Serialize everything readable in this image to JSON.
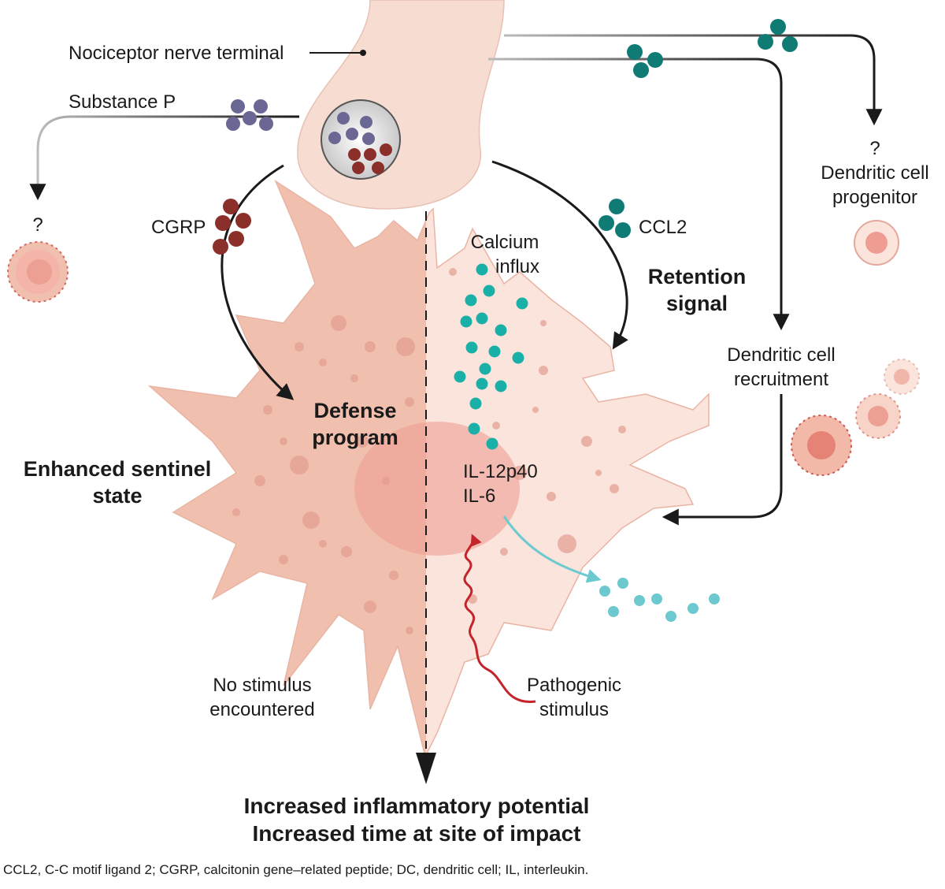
{
  "labels": {
    "nociceptor": "Nociceptor nerve terminal",
    "substance_p": "Substance P",
    "q_left": "?",
    "cgrp": "CGRP",
    "calcium_1": "Calcium",
    "calcium_2": "influx",
    "ccl2": "CCL2",
    "retention_1": "Retention",
    "retention_2": "signal",
    "q_right": "?",
    "dc_prog_1": "Dendritic cell",
    "dc_prog_2": "progenitor",
    "dc_recruit_1": "Dendritic cell",
    "dc_recruit_2": "recruitment",
    "defense_1": "Defense",
    "defense_2": "program",
    "enhanced_1": "Enhanced sentinel",
    "enhanced_2": "state",
    "il12": "IL-12p40",
    "il6": "IL-6",
    "no_stim_1": "No stimulus",
    "no_stim_2": "encountered",
    "patho_1": "Pathogenic",
    "patho_2": "stimulus",
    "bottom_1": "Increased inflammatory potential",
    "bottom_2": "Increased time at site of impact"
  },
  "caption": "CCL2, C-C motif ligand 2; CGRP, calcitonin gene–related peptide; DC, dendritic cell; IL, interleukin.",
  "colors": {
    "nerve": "#f7dcd2",
    "cell_left": "#f0bfae",
    "cell_right": "#fbe4dc",
    "substance_p": "#6b6795",
    "cgrp": "#8a2f2a",
    "ccl2": "#0f7b74",
    "calcium": "#1ab0a8",
    "secreted": "#6cc9cf",
    "stimulus": "#c4242b"
  }
}
